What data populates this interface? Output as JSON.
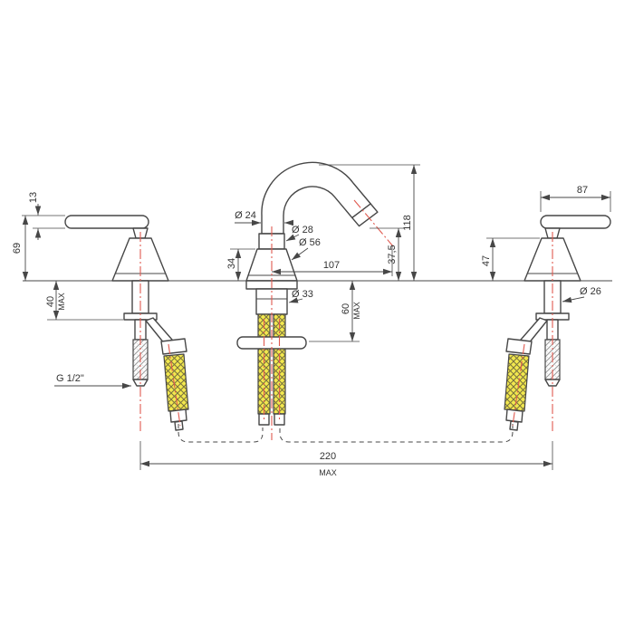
{
  "drawing": {
    "colors": {
      "line": "#474747",
      "centerline": "#e05a50",
      "hose_fill": "#f2e84e",
      "thread_hatch": "#9a9a9a"
    },
    "labels": {
      "lever_thickness": "13",
      "handle_height": "69",
      "deck_thickness_max": "40",
      "deck_thickness_suffix": "MAX",
      "thread_size": "G 1/2\"",
      "spout_tube_dia": "Ø 24",
      "spout_neck_dia": "Ø 28",
      "spout_base_dia": "Ø 56",
      "spout_base_height": "34",
      "spout_reach": "107",
      "spout_shank_dia": "Ø 33",
      "shank_length_max": "60",
      "shank_length_suffix": "MAX",
      "spout_height": "118",
      "outlet_height": "37,5",
      "lever_length": "87",
      "handle_cone_height": "47",
      "handle_shank_dia": "Ø 26",
      "hole_centers": "220",
      "hole_centers_suffix": "MAX"
    }
  }
}
